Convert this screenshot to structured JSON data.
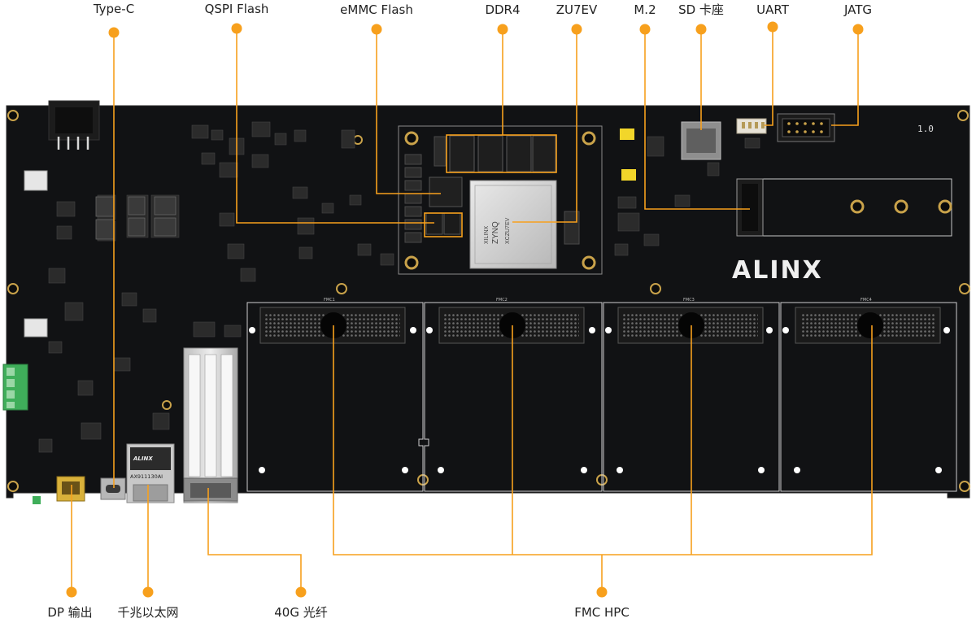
{
  "board": {
    "logo_text": "ALINX",
    "revision": "1.0",
    "som_brand": "XILINX",
    "som_series": "ZYNQ",
    "som_part": "XCZU7EV",
    "ethernet_brand": "ALINX",
    "ethernet_part": "AX911130AI",
    "fmc_silk": [
      "FMC1",
      "FMC2",
      "FMC3",
      "FMC4"
    ]
  },
  "colors": {
    "accent": "#f7a01d",
    "board": "#111214",
    "text": "#222222"
  },
  "labels_top": [
    "Type-C",
    "QSPI Flash",
    "eMMC Flash",
    "DDR4",
    "ZU7EV",
    "M.2",
    "SD 卡座",
    "UART",
    "JATG"
  ],
  "labels_bottom": [
    "DP 输出",
    "千兆以太网",
    "40G 光纤",
    "FMC HPC"
  ]
}
